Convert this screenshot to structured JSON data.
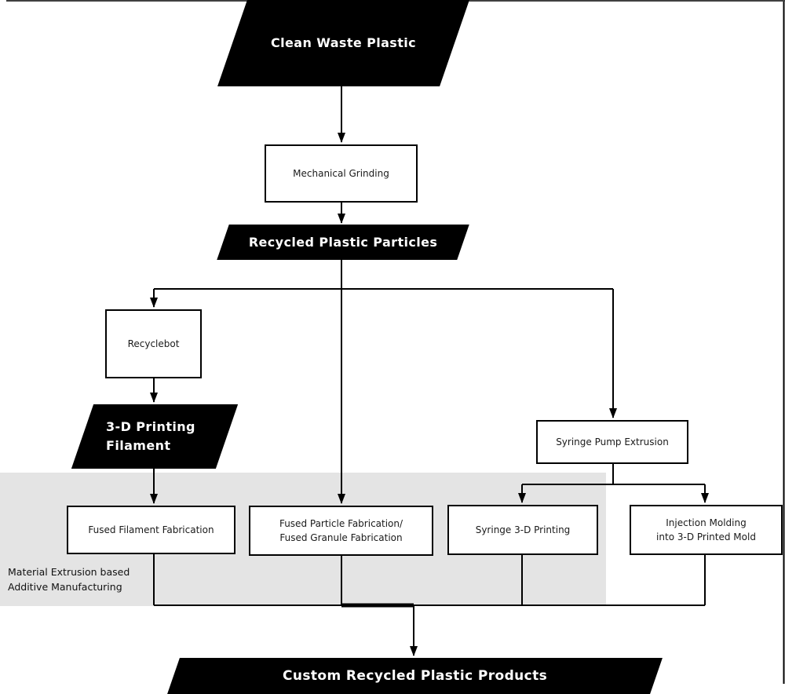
{
  "diagram": {
    "nodes": {
      "clean_waste_plastic": {
        "label": "Clean Waste Plastic"
      },
      "mechanical_grinding": {
        "label": "Mechanical Grinding"
      },
      "recycled_plastic_particles": {
        "label": "Recycled Plastic Particles"
      },
      "recyclebot": {
        "label": "Recyclebot"
      },
      "printing_filament": {
        "line1": "3-D Printing",
        "line2": "Filament"
      },
      "syringe_pump_extrusion": {
        "label": "Syringe Pump Extrusion"
      },
      "fused_filament_fabrication": {
        "label": "Fused Filament Fabrication"
      },
      "fused_particle_fabrication": {
        "line1": "Fused Particle Fabrication/",
        "line2": "Fused Granule Fabrication"
      },
      "syringe_3d_printing": {
        "label": "Syringe 3-D Printing"
      },
      "injection_molding": {
        "line1": "Injection Molding",
        "line2": "into 3-D Printed Mold"
      },
      "custom_recycled_plastic_products": {
        "label": "Custom Recycled Plastic Products"
      }
    },
    "region": {
      "line1": "Material Extrusion based",
      "line2": "Additive Manufacturing"
    },
    "colors": {
      "shape_fill": "#000000",
      "shape_text": "#ffffff",
      "box_fill": "#ffffff",
      "box_border": "#000000",
      "box_text": "#1a1a1a",
      "region_fill": "#e4e4e4",
      "connector": "#000000"
    }
  }
}
